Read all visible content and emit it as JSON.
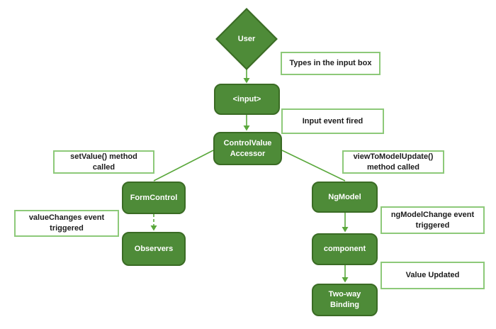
{
  "colors": {
    "node_fill": "#4e8b38",
    "node_border": "#3a6b24",
    "connector": "#5aa83c",
    "label_border": "#8dc979",
    "label_text": "#1c1c1c",
    "node_text": "#ffffff",
    "canvas_bg": "#ffffff"
  },
  "nodes": {
    "user": {
      "label": "User",
      "shape": "diamond"
    },
    "input": {
      "label": "<input>",
      "shape": "rounded-rect"
    },
    "control_value_accessor": {
      "label": "ControlValue Accessor",
      "shape": "rounded-rect"
    },
    "form_control": {
      "label": "FormControl",
      "shape": "rounded-rect"
    },
    "observers": {
      "label": "Observers",
      "shape": "rounded-rect"
    },
    "ng_model": {
      "label": "NgModel",
      "shape": "rounded-rect"
    },
    "component": {
      "label": "component",
      "shape": "rounded-rect"
    },
    "two_way_binding": {
      "label": "Two-way Binding",
      "shape": "rounded-rect"
    }
  },
  "annotations": {
    "types_in_input_box": {
      "text": "Types in the input box"
    },
    "input_event_fired": {
      "text": "Input event fired"
    },
    "set_value_method_called": {
      "text": "setValue() method called"
    },
    "view_to_model_update_method_called": {
      "text": "viewToModelUpdate() method called"
    },
    "value_changes_event_triggered": {
      "text": "valueChanges event triggered"
    },
    "ng_model_change_event_triggered": {
      "text": "ngModelChange event triggered"
    },
    "value_updated": {
      "text": "Value Updated"
    }
  },
  "edges": [
    {
      "from": "user",
      "to": "input",
      "style": "solid-arrow"
    },
    {
      "from": "input",
      "to": "control_value_accessor",
      "style": "solid-arrow"
    },
    {
      "from": "control_value_accessor",
      "to": "form_control",
      "style": "solid-line"
    },
    {
      "from": "control_value_accessor",
      "to": "ng_model",
      "style": "solid-line"
    },
    {
      "from": "form_control",
      "to": "observers",
      "style": "dashed-arrow"
    },
    {
      "from": "ng_model",
      "to": "component",
      "style": "solid-arrow"
    },
    {
      "from": "component",
      "to": "two_way_binding",
      "style": "solid-arrow"
    }
  ]
}
